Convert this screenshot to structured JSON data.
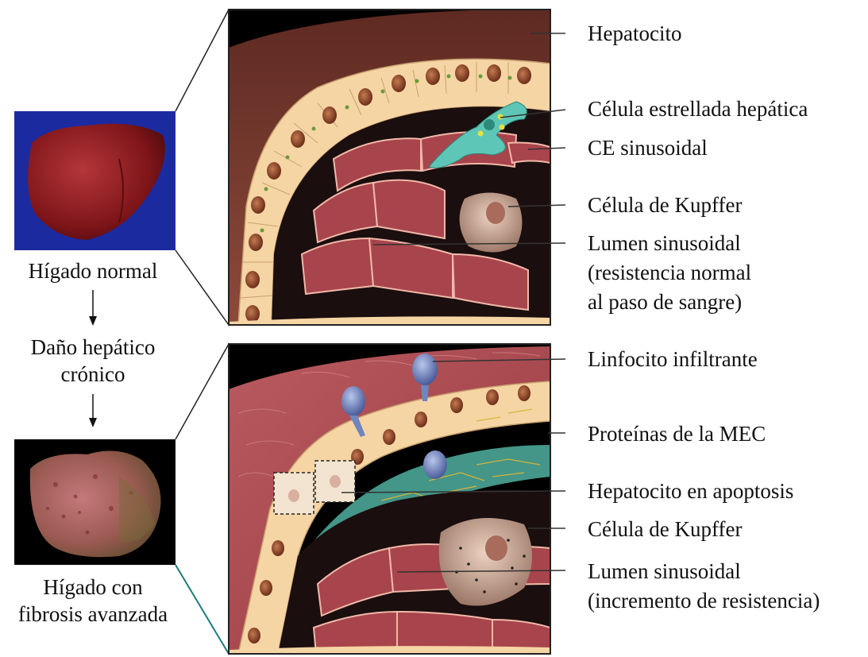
{
  "left_column": {
    "normal_label": "Hígado normal",
    "damage_label_line1": "Daño hepático",
    "damage_label_line2": "crónico",
    "fibrosis_label_line1": "Hígado con",
    "fibrosis_label_line2": "fibrosis avanzada"
  },
  "top_panel_labels": [
    "Hepatocito",
    "Célula estrellada hepática",
    "CE sinusoidal",
    "Célula de Kupffer",
    "Lumen sinusoidal",
    "(resistencia normal",
    "al paso de sangre)"
  ],
  "bottom_panel_labels": [
    "Linfocito infiltrante",
    "Proteínas de la MEC",
    "Hepatocito en apoptosis",
    "Célula de Kupffer",
    "Lumen sinusoidal",
    "(incremento de resistencia)"
  ],
  "colors": {
    "liver_normal": "#8e1c20",
    "liver_bg": "#1c2aa0",
    "fibrosis_bg": "#000000",
    "hepatocyte": "#f6d5a4",
    "stellate": "#5ec6b6",
    "sinusoid": "#b04852",
    "lymphocyte": "#6f86bf",
    "ecm": "#d8b43a",
    "teal_line": "#1b7c7a"
  }
}
